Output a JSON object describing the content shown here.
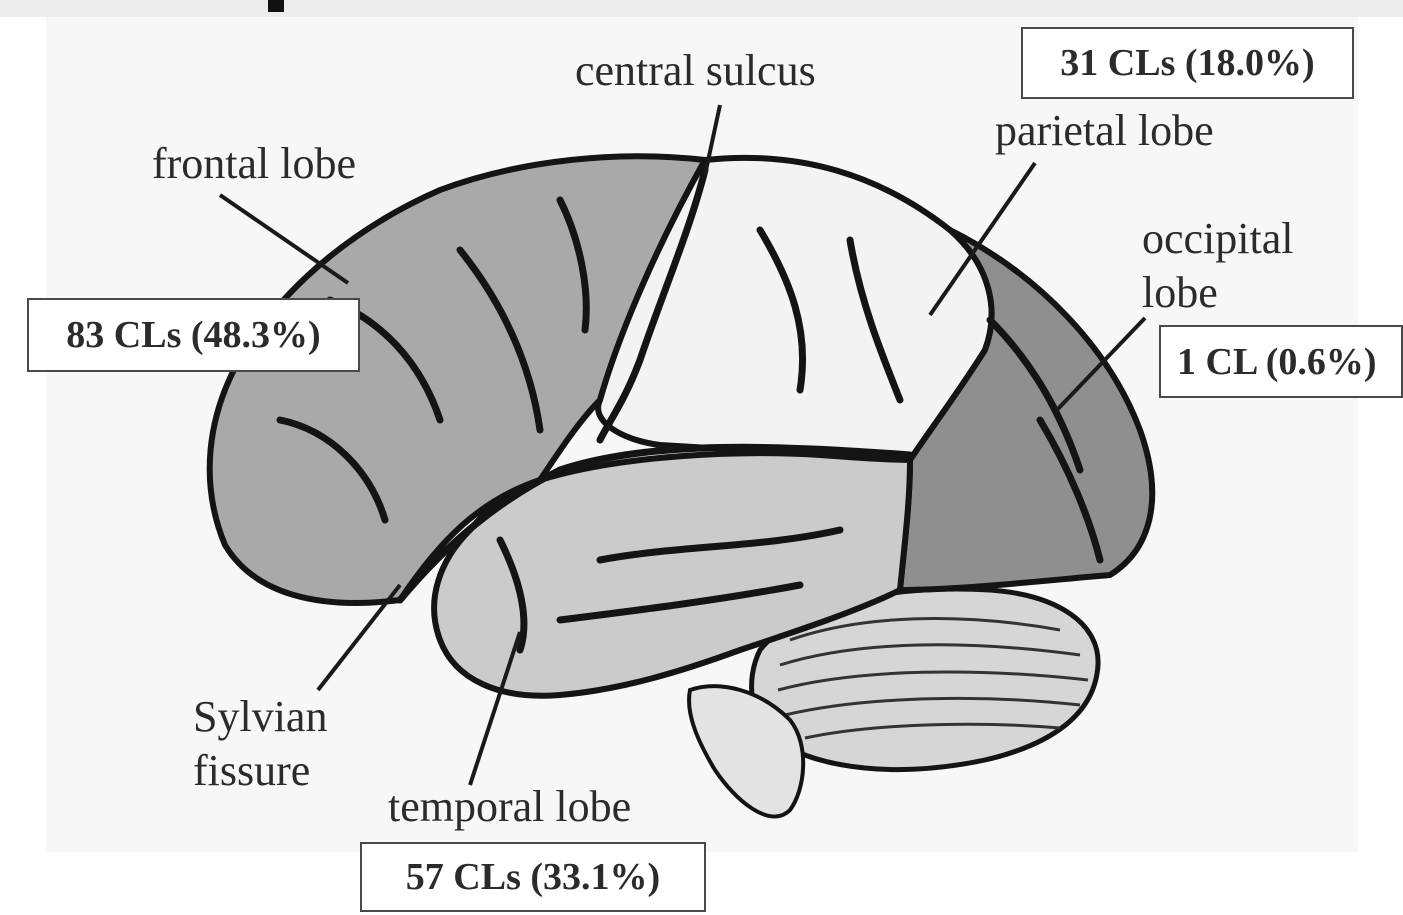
{
  "labels": {
    "central_sulcus": "central sulcus",
    "frontal_lobe": "frontal lobe",
    "parietal_lobe": "parietal lobe",
    "occipital_lobe": "occipital\nlobe",
    "sylvian_fissure": "Sylvian\nfissure",
    "temporal_lobe": "temporal lobe"
  },
  "counts": {
    "frontal": "83 CLs (48.3%)",
    "parietal": "31 CLs (18.0%)",
    "occipital": "1 CL (0.6%)",
    "temporal": "57 CLs (33.1%)"
  },
  "colors": {
    "frontal_fill": "#a9a9a9",
    "parietal_fill": "#f3f3f3",
    "temporal_fill": "#cbcbcb",
    "occipital_fill": "#8f8f8f",
    "cerebellum_fill": "#d6d6d6",
    "outline": "#141414"
  }
}
